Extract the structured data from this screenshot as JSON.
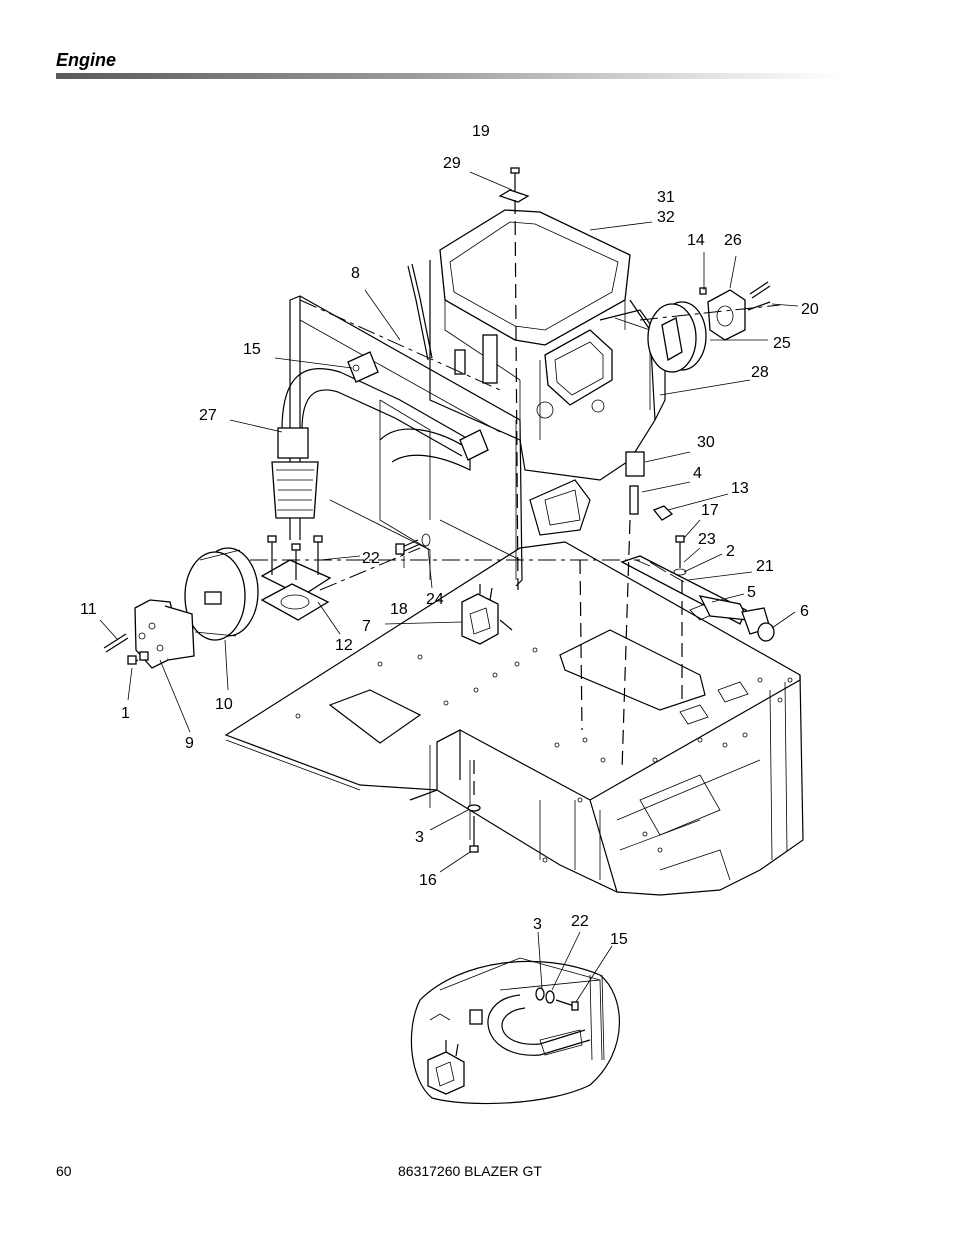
{
  "header": {
    "title": "Engine"
  },
  "footer": {
    "page_number": "60",
    "document": "86317260 BLAZER GT"
  },
  "callouts": {
    "c1": "1",
    "c2": "2",
    "c3": "3",
    "c4": "4",
    "c5": "5",
    "c6": "6",
    "c7": "7",
    "c8": "8",
    "c9": "9",
    "c10": "10",
    "c11": "11",
    "c12": "12",
    "c13": "13",
    "c14": "14",
    "c15": "15",
    "c16": "16",
    "c17": "17",
    "c18": "18",
    "c19": "19",
    "c20": "20",
    "c21": "21",
    "c22": "22",
    "c23": "23",
    "c24": "24",
    "c25": "25",
    "c26": "26",
    "c27": "27",
    "c28": "28",
    "c29": "29",
    "c30": "30",
    "c31": "31",
    "c32": "32",
    "d3": "3",
    "d22": "22",
    "d15": "15"
  }
}
